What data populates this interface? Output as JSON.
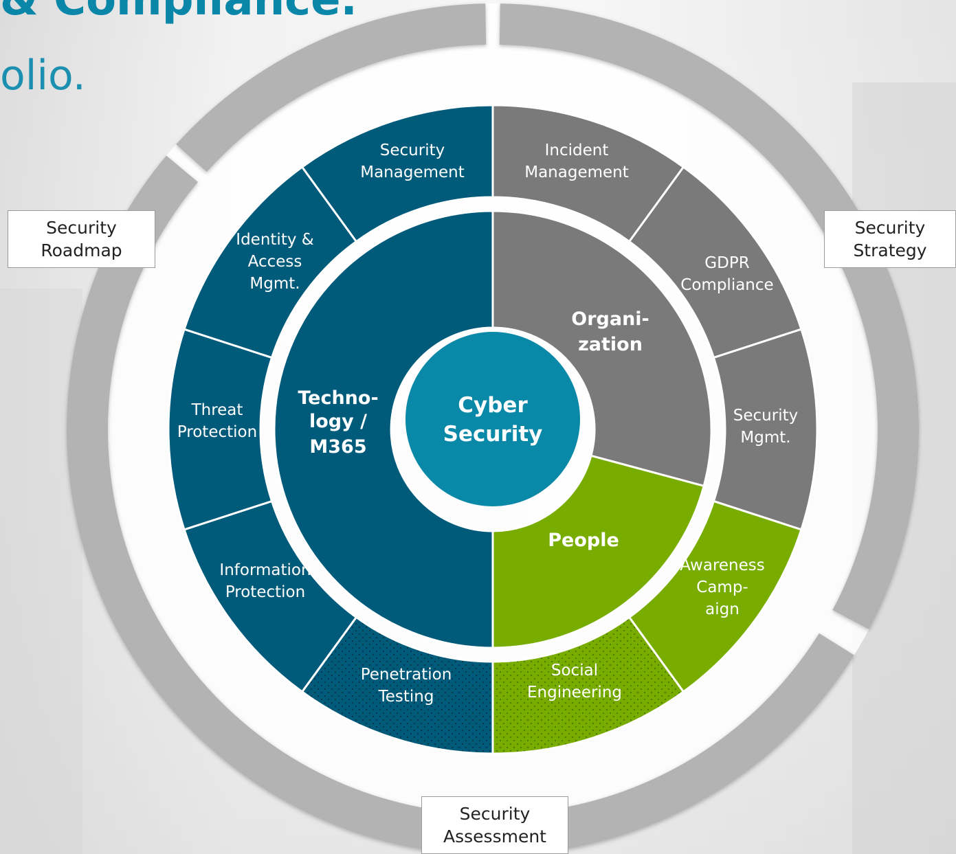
{
  "header": {
    "title": "& Compliance.",
    "subtitle": "olio."
  },
  "center": {
    "line1": "Cyber",
    "line2": "Security"
  },
  "pillars": {
    "technology": [
      "Techno-",
      "logy /",
      "M365"
    ],
    "organization": [
      "Organi-",
      "zation"
    ],
    "people": [
      "People"
    ]
  },
  "services": {
    "security_management": [
      "Security",
      "Management"
    ],
    "incident_management": [
      "Incident",
      "Management"
    ],
    "gdpr_compliance": [
      "GDPR",
      "Compliance"
    ],
    "security_mgmt": [
      "Security",
      "Mgmt."
    ],
    "awareness_campaign": [
      "Awareness",
      "Camp-",
      "aign"
    ],
    "social_engineering": [
      "Social",
      "Engineering"
    ],
    "penetration_testing": [
      "Penetration",
      "Testing"
    ],
    "information_protection": [
      "Information",
      "Protection"
    ],
    "threat_protection": [
      "Threat",
      "Protection"
    ],
    "identity_access": [
      "Identity &",
      "Access",
      "Mgmt."
    ]
  },
  "outer_tags": {
    "roadmap": [
      "Security",
      "Roadmap"
    ],
    "strategy": [
      "Security",
      "Strategy"
    ],
    "assessment": [
      "Security",
      "Assessment"
    ]
  },
  "colors": {
    "technology": "#005a7a",
    "organization": "#7a7a7a",
    "people": "#78ad00",
    "center": "#0a88a8",
    "outer_ring": "#b3b3b3"
  }
}
